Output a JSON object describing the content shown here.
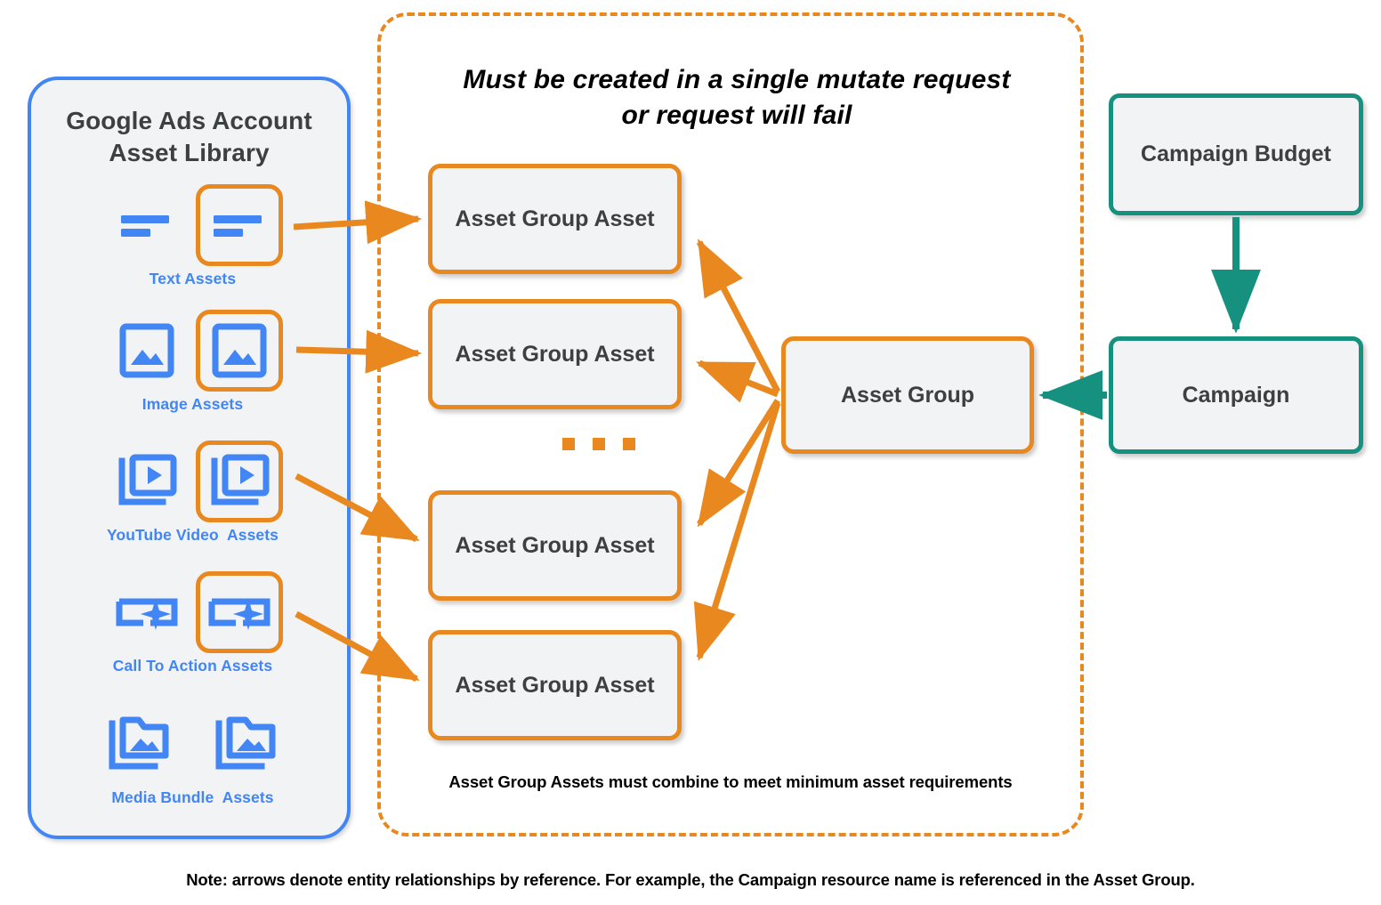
{
  "library": {
    "title_line1": "Google Ads Account",
    "title_line2": "Asset Library",
    "rows": [
      {
        "caption": "Text Assets",
        "icon": "text-asset-icon",
        "selected": true
      },
      {
        "caption": "Image Assets",
        "icon": "image-asset-icon",
        "selected": true
      },
      {
        "caption": "YouTube Video  Assets",
        "icon": "youtube-video-asset-icon",
        "selected": true
      },
      {
        "caption": "Call To Action Assets",
        "icon": "call-to-action-asset-icon",
        "selected": true
      },
      {
        "caption": "Media Bundle  Assets",
        "icon": "media-bundle-asset-icon",
        "selected": false
      }
    ]
  },
  "mutate": {
    "heading_line1": "Must be created in a single mutate request",
    "heading_line2": "or request will fail",
    "footnote": "Asset Group Assets must combine to meet minimum asset requirements",
    "ellipsis": "…"
  },
  "nodes": {
    "asset_group_asset_1": "Asset Group Asset",
    "asset_group_asset_2": "Asset Group Asset",
    "asset_group_asset_3": "Asset Group Asset",
    "asset_group_asset_4": "Asset Group Asset",
    "asset_group": "Asset Group",
    "campaign_budget": "Campaign Budget",
    "campaign": "Campaign"
  },
  "note": "Note: arrows denote entity relationships by reference. For example, the Campaign resource name is referenced in the Asset Group.",
  "colors": {
    "blue": "#4285f4",
    "orange": "#e8881f",
    "teal": "#17917f",
    "box_fill": "#f1f3f4",
    "text_dark": "#3c4043",
    "page_bg": "#ffffff"
  }
}
